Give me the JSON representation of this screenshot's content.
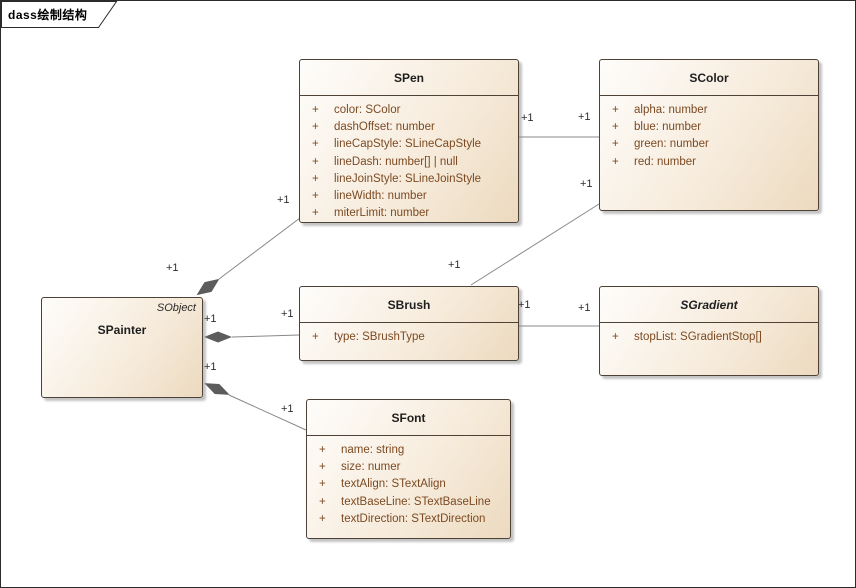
{
  "frame": {
    "title": "dass绘制结构"
  },
  "classes": {
    "spainter": {
      "name": "SPainter",
      "annotation": "SObject",
      "attributes": []
    },
    "spen": {
      "name": "SPen",
      "attributes": [
        {
          "vis": "+",
          "text": "color: SColor"
        },
        {
          "vis": "+",
          "text": "dashOffset: number"
        },
        {
          "vis": "+",
          "text": "lineCapStyle: SLineCapStyle"
        },
        {
          "vis": "+",
          "text": "lineDash: number[] | null"
        },
        {
          "vis": "+",
          "text": "lineJoinStyle: SLineJoinStyle"
        },
        {
          "vis": "+",
          "text": "lineWidth: number"
        },
        {
          "vis": "+",
          "text": "miterLimit: number"
        }
      ]
    },
    "scolor": {
      "name": "SColor",
      "attributes": [
        {
          "vis": "+",
          "text": "alpha: number"
        },
        {
          "vis": "+",
          "text": "blue: number"
        },
        {
          "vis": "+",
          "text": "green: number"
        },
        {
          "vis": "+",
          "text": "red: number"
        }
      ]
    },
    "sbrush": {
      "name": "SBrush",
      "attributes": [
        {
          "vis": "+",
          "text": "type: SBrushType"
        }
      ]
    },
    "sgradient": {
      "name": "SGradient",
      "abstract": true,
      "attributes": [
        {
          "vis": "+",
          "text": "stopList: SGradientStop[]"
        }
      ]
    },
    "sfont": {
      "name": "SFont",
      "attributes": [
        {
          "vis": "+",
          "text": "name: string"
        },
        {
          "vis": "+",
          "text": "size: numer"
        },
        {
          "vis": "+",
          "text": "textAlign: STextAlign"
        },
        {
          "vis": "+",
          "text": "textBaseLine: STextBaseLine"
        },
        {
          "vis": "+",
          "text": "textDirection: STextDirection"
        }
      ]
    }
  },
  "relationships": [
    {
      "id": "painter-pen",
      "type": "composition",
      "from": "SPainter",
      "to": "SPen",
      "from_label": "+1",
      "to_label": "+1"
    },
    {
      "id": "pen-color",
      "type": "association",
      "from": "SPen",
      "to": "SColor",
      "from_label": "+1",
      "to_label": "+1"
    },
    {
      "id": "painter-brush",
      "type": "composition",
      "from": "SPainter",
      "to": "SBrush",
      "from_label": "+1",
      "to_label": "+1"
    },
    {
      "id": "brush-color",
      "type": "association",
      "from": "SBrush",
      "to": "SColor",
      "from_label": "+1",
      "to_label": "+1"
    },
    {
      "id": "brush-gradient",
      "type": "association",
      "from": "SBrush",
      "to": "SGradient",
      "from_label": "+1",
      "to_label": "+1"
    },
    {
      "id": "painter-font",
      "type": "composition",
      "from": "SPainter",
      "to": "SFont",
      "from_label": "+1",
      "to_label": "+1"
    }
  ],
  "colors": {
    "box_fill_light": "#fefdfb",
    "box_fill_dark": "#ecdabf",
    "box_border": "#4e4236",
    "attribute_text": "#7c4a21",
    "title_text": "#1f1f1f",
    "connector_line": "#888888",
    "composition_diamond": "#5c5c5c",
    "frame_border": "#2b2b2b"
  }
}
